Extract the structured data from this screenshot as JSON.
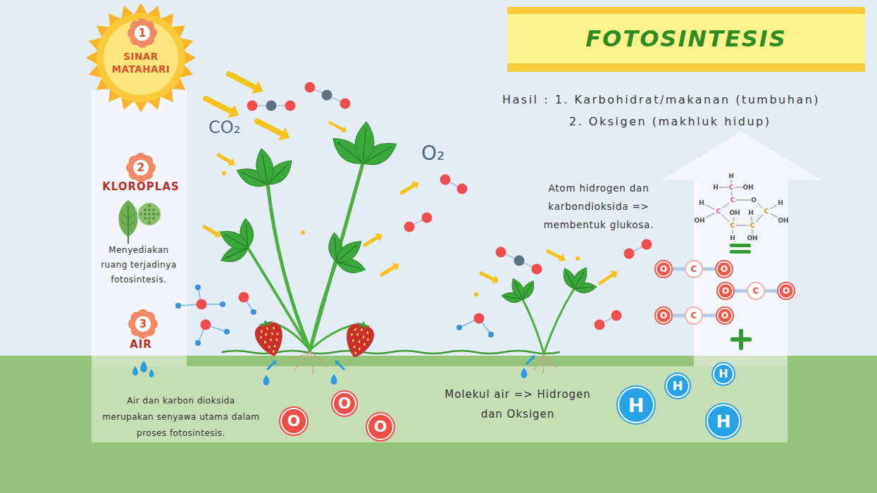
{
  "diagram": {
    "title": "FOTOSINTESIS",
    "nodes": [
      {
        "text": [
          "SINAR MATAHARI"
        ]
      },
      {
        "text": [
          "1"
        ],
        "in": 0
      },
      {
        "text": [
          "2"
        ]
      },
      {
        "text": [
          "3"
        ]
      },
      {
        "text": [
          "O"
        ]
      },
      {
        "text": [
          "C"
        ]
      },
      {
        "text": [
          "O"
        ]
      },
      {
        "text": [
          "O"
        ]
      },
      {
        "text": [
          "C"
        ]
      },
      {
        "text": [
          "O"
        ]
      },
      {
        "text": [
          "O"
        ]
      },
      {
        "text": [
          "C"
        ]
      },
      {
        "text": [
          "O"
        ]
      },
      {
        "text": [
          "H"
        ]
      },
      {
        "text": [
          "H"
        ]
      },
      {
        "text": [
          "H"
        ]
      },
      {
        "text": [
          "H"
        ]
      },
      {
        "text": [
          "O"
        ]
      },
      {
        "text": [
          "O"
        ]
      },
      {
        "text": [
          "O"
        ]
      }
    ],
    "labels": [
      "KLOROPLAS",
      "Menyediakan ruang terjadinya fotosintesis.",
      "AIR",
      "Air dan karbon dioksida merupakan senyawa utama dalam proses fotosintesis.",
      "Hasil : 1. Karbohidrat/makanan (tumbuhan)",
      "2. Oksigen (makhluk hidup)",
      "CO₂",
      "O₂",
      "Atom hidrogen dan karbondioksida => membentuk glukosa.",
      "Molekul air => Hidrogen dan Oksigen",
      "H",
      "H",
      "C",
      "OH",
      "C",
      "O",
      "H",
      "C",
      "OH",
      "H",
      "C",
      "H",
      "OH",
      "OH",
      "C",
      "C",
      "H",
      "OH"
    ]
  }
}
